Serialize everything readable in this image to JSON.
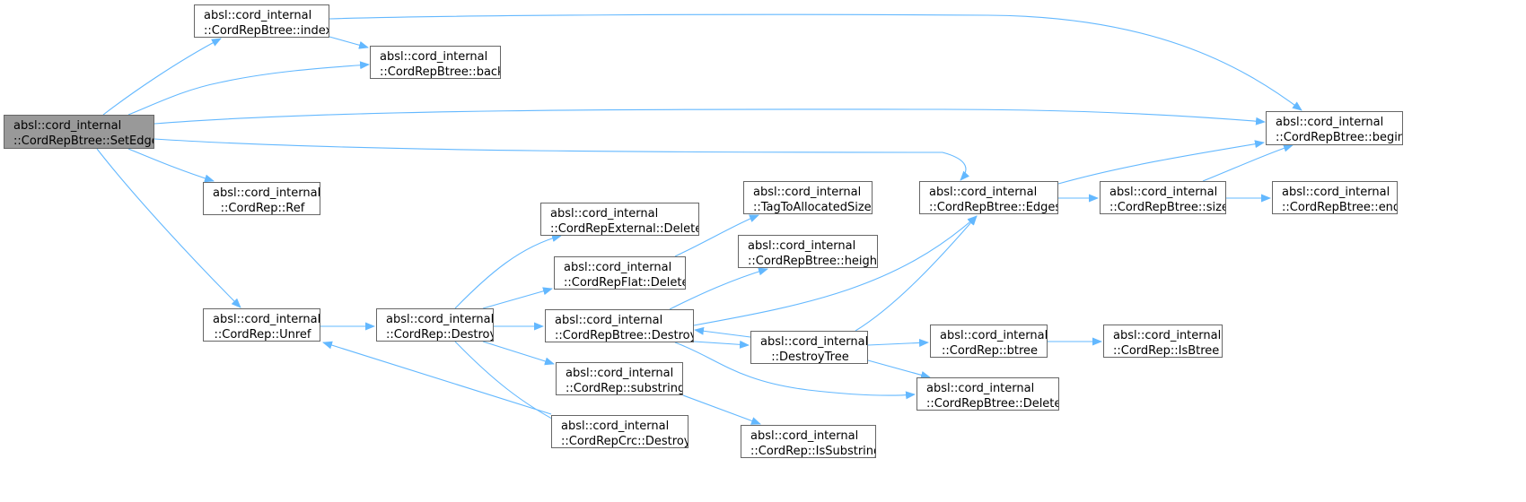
{
  "colors": {
    "edge": "#63b8ff",
    "node_border": "#666666",
    "root_fill": "#999999",
    "node_fill": "#ffffff"
  },
  "nodes": [
    {
      "id": "setedge",
      "line1": "absl::cord_internal",
      "line2": "::CordRepBtree::SetEdge",
      "root": true
    },
    {
      "id": "index",
      "line1": "absl::cord_internal",
      "line2": "::CordRepBtree::index"
    },
    {
      "id": "back",
      "line1": "absl::cord_internal",
      "line2": "::CordRepBtree::back"
    },
    {
      "id": "ref",
      "line1": "absl::cord_internal",
      "line2": "::CordRep::Ref"
    },
    {
      "id": "unref",
      "line1": "absl::cord_internal",
      "line2": "::CordRep::Unref"
    },
    {
      "id": "destroy",
      "line1": "absl::cord_internal",
      "line2": "::CordRep::Destroy"
    },
    {
      "id": "extdel",
      "line1": "absl::cord_internal",
      "line2": "::CordRepExternal::Delete"
    },
    {
      "id": "flatdel",
      "line1": "absl::cord_internal",
      "line2": "::CordRepFlat::Delete"
    },
    {
      "id": "btdestroy",
      "line1": "absl::cord_internal",
      "line2": "::CordRepBtree::Destroy"
    },
    {
      "id": "substring",
      "line1": "absl::cord_internal",
      "line2": "::CordRep::substring"
    },
    {
      "id": "crcdestroy",
      "line1": "absl::cord_internal",
      "line2": "::CordRepCrc::Destroy"
    },
    {
      "id": "tagalloc",
      "line1": "absl::cord_internal",
      "line2": "::TagToAllocatedSize"
    },
    {
      "id": "height",
      "line1": "absl::cord_internal",
      "line2": "::CordRepBtree::height"
    },
    {
      "id": "destroytree",
      "line1": "absl::cord_internal",
      "line2": "::DestroyTree"
    },
    {
      "id": "issubstring",
      "line1": "absl::cord_internal",
      "line2": "::CordRep::IsSubstring"
    },
    {
      "id": "edges",
      "line1": "absl::cord_internal",
      "line2": "::CordRepBtree::Edges"
    },
    {
      "id": "btree",
      "line1": "absl::cord_internal",
      "line2": "::CordRep::btree"
    },
    {
      "id": "btdelete",
      "line1": "absl::cord_internal",
      "line2": "::CordRepBtree::Delete"
    },
    {
      "id": "size",
      "line1": "absl::cord_internal",
      "line2": "::CordRepBtree::size"
    },
    {
      "id": "isbtree",
      "line1": "absl::cord_internal",
      "line2": "::CordRep::IsBtree"
    },
    {
      "id": "begin",
      "line1": "absl::cord_internal",
      "line2": "::CordRepBtree::begin"
    },
    {
      "id": "end",
      "line1": "absl::cord_internal",
      "line2": "::CordRepBtree::end"
    }
  ],
  "edges": [
    {
      "from": "setedge",
      "to": "index"
    },
    {
      "from": "setedge",
      "to": "back"
    },
    {
      "from": "setedge",
      "to": "begin"
    },
    {
      "from": "setedge",
      "to": "edges"
    },
    {
      "from": "setedge",
      "to": "ref"
    },
    {
      "from": "setedge",
      "to": "unref"
    },
    {
      "from": "index",
      "to": "back"
    },
    {
      "from": "index",
      "to": "begin"
    },
    {
      "from": "unref",
      "to": "destroy"
    },
    {
      "from": "destroy",
      "to": "extdel"
    },
    {
      "from": "destroy",
      "to": "flatdel"
    },
    {
      "from": "destroy",
      "to": "btdestroy"
    },
    {
      "from": "destroy",
      "to": "substring"
    },
    {
      "from": "destroy",
      "to": "crcdestroy"
    },
    {
      "from": "flatdel",
      "to": "tagalloc"
    },
    {
      "from": "btdestroy",
      "to": "height"
    },
    {
      "from": "btdestroy",
      "to": "edges"
    },
    {
      "from": "btdestroy",
      "to": "destroytree"
    },
    {
      "from": "btdestroy",
      "to": "btdelete"
    },
    {
      "from": "destroytree",
      "to": "btdestroy"
    },
    {
      "from": "destroytree",
      "to": "edges"
    },
    {
      "from": "destroytree",
      "to": "btree"
    },
    {
      "from": "destroytree",
      "to": "btdelete"
    },
    {
      "from": "substring",
      "to": "issubstring"
    },
    {
      "from": "crcdestroy",
      "to": "unref"
    },
    {
      "from": "edges",
      "to": "begin"
    },
    {
      "from": "edges",
      "to": "size"
    },
    {
      "from": "size",
      "to": "begin"
    },
    {
      "from": "size",
      "to": "end"
    },
    {
      "from": "btree",
      "to": "isbtree"
    }
  ]
}
